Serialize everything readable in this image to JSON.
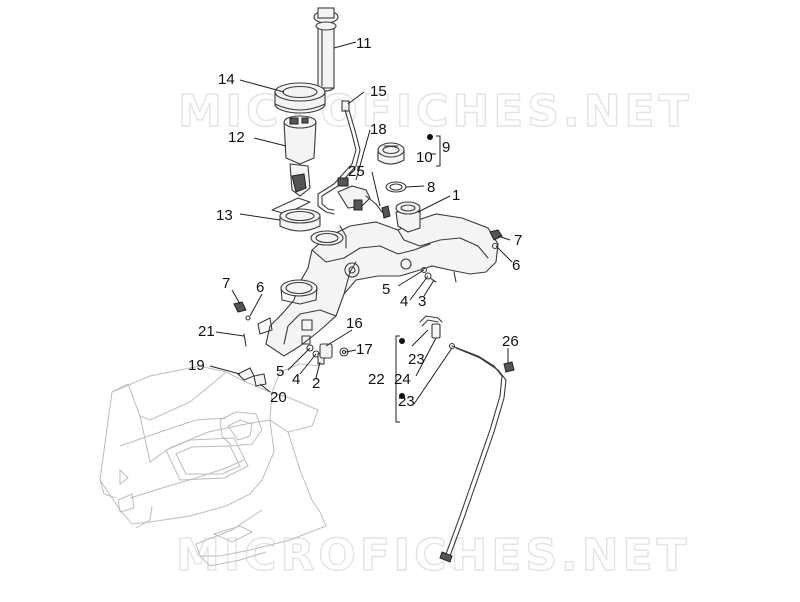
{
  "watermark": {
    "text_top": "MICROFICHES.NET",
    "text_bottom": "MICROFICHES.NET"
  },
  "callouts": {
    "c1": "1",
    "c2": "2",
    "c3": "3",
    "c4a": "4",
    "c4b": "4",
    "c5a": "5",
    "c5b": "5",
    "c6a": "6",
    "c6b": "6",
    "c7a": "7",
    "c7b": "7",
    "c8": "8",
    "c9": "9",
    "c10": "10",
    "c11": "11",
    "c12": "12",
    "c13": "13",
    "c14": "14",
    "c15": "15",
    "c16": "16",
    "c17": "17",
    "c18": "18",
    "c19": "19",
    "c20": "20",
    "c21": "21",
    "c22": "22",
    "c23a": "23",
    "c23b": "23",
    "c24": "24",
    "c25": "25",
    "c26": "26"
  }
}
